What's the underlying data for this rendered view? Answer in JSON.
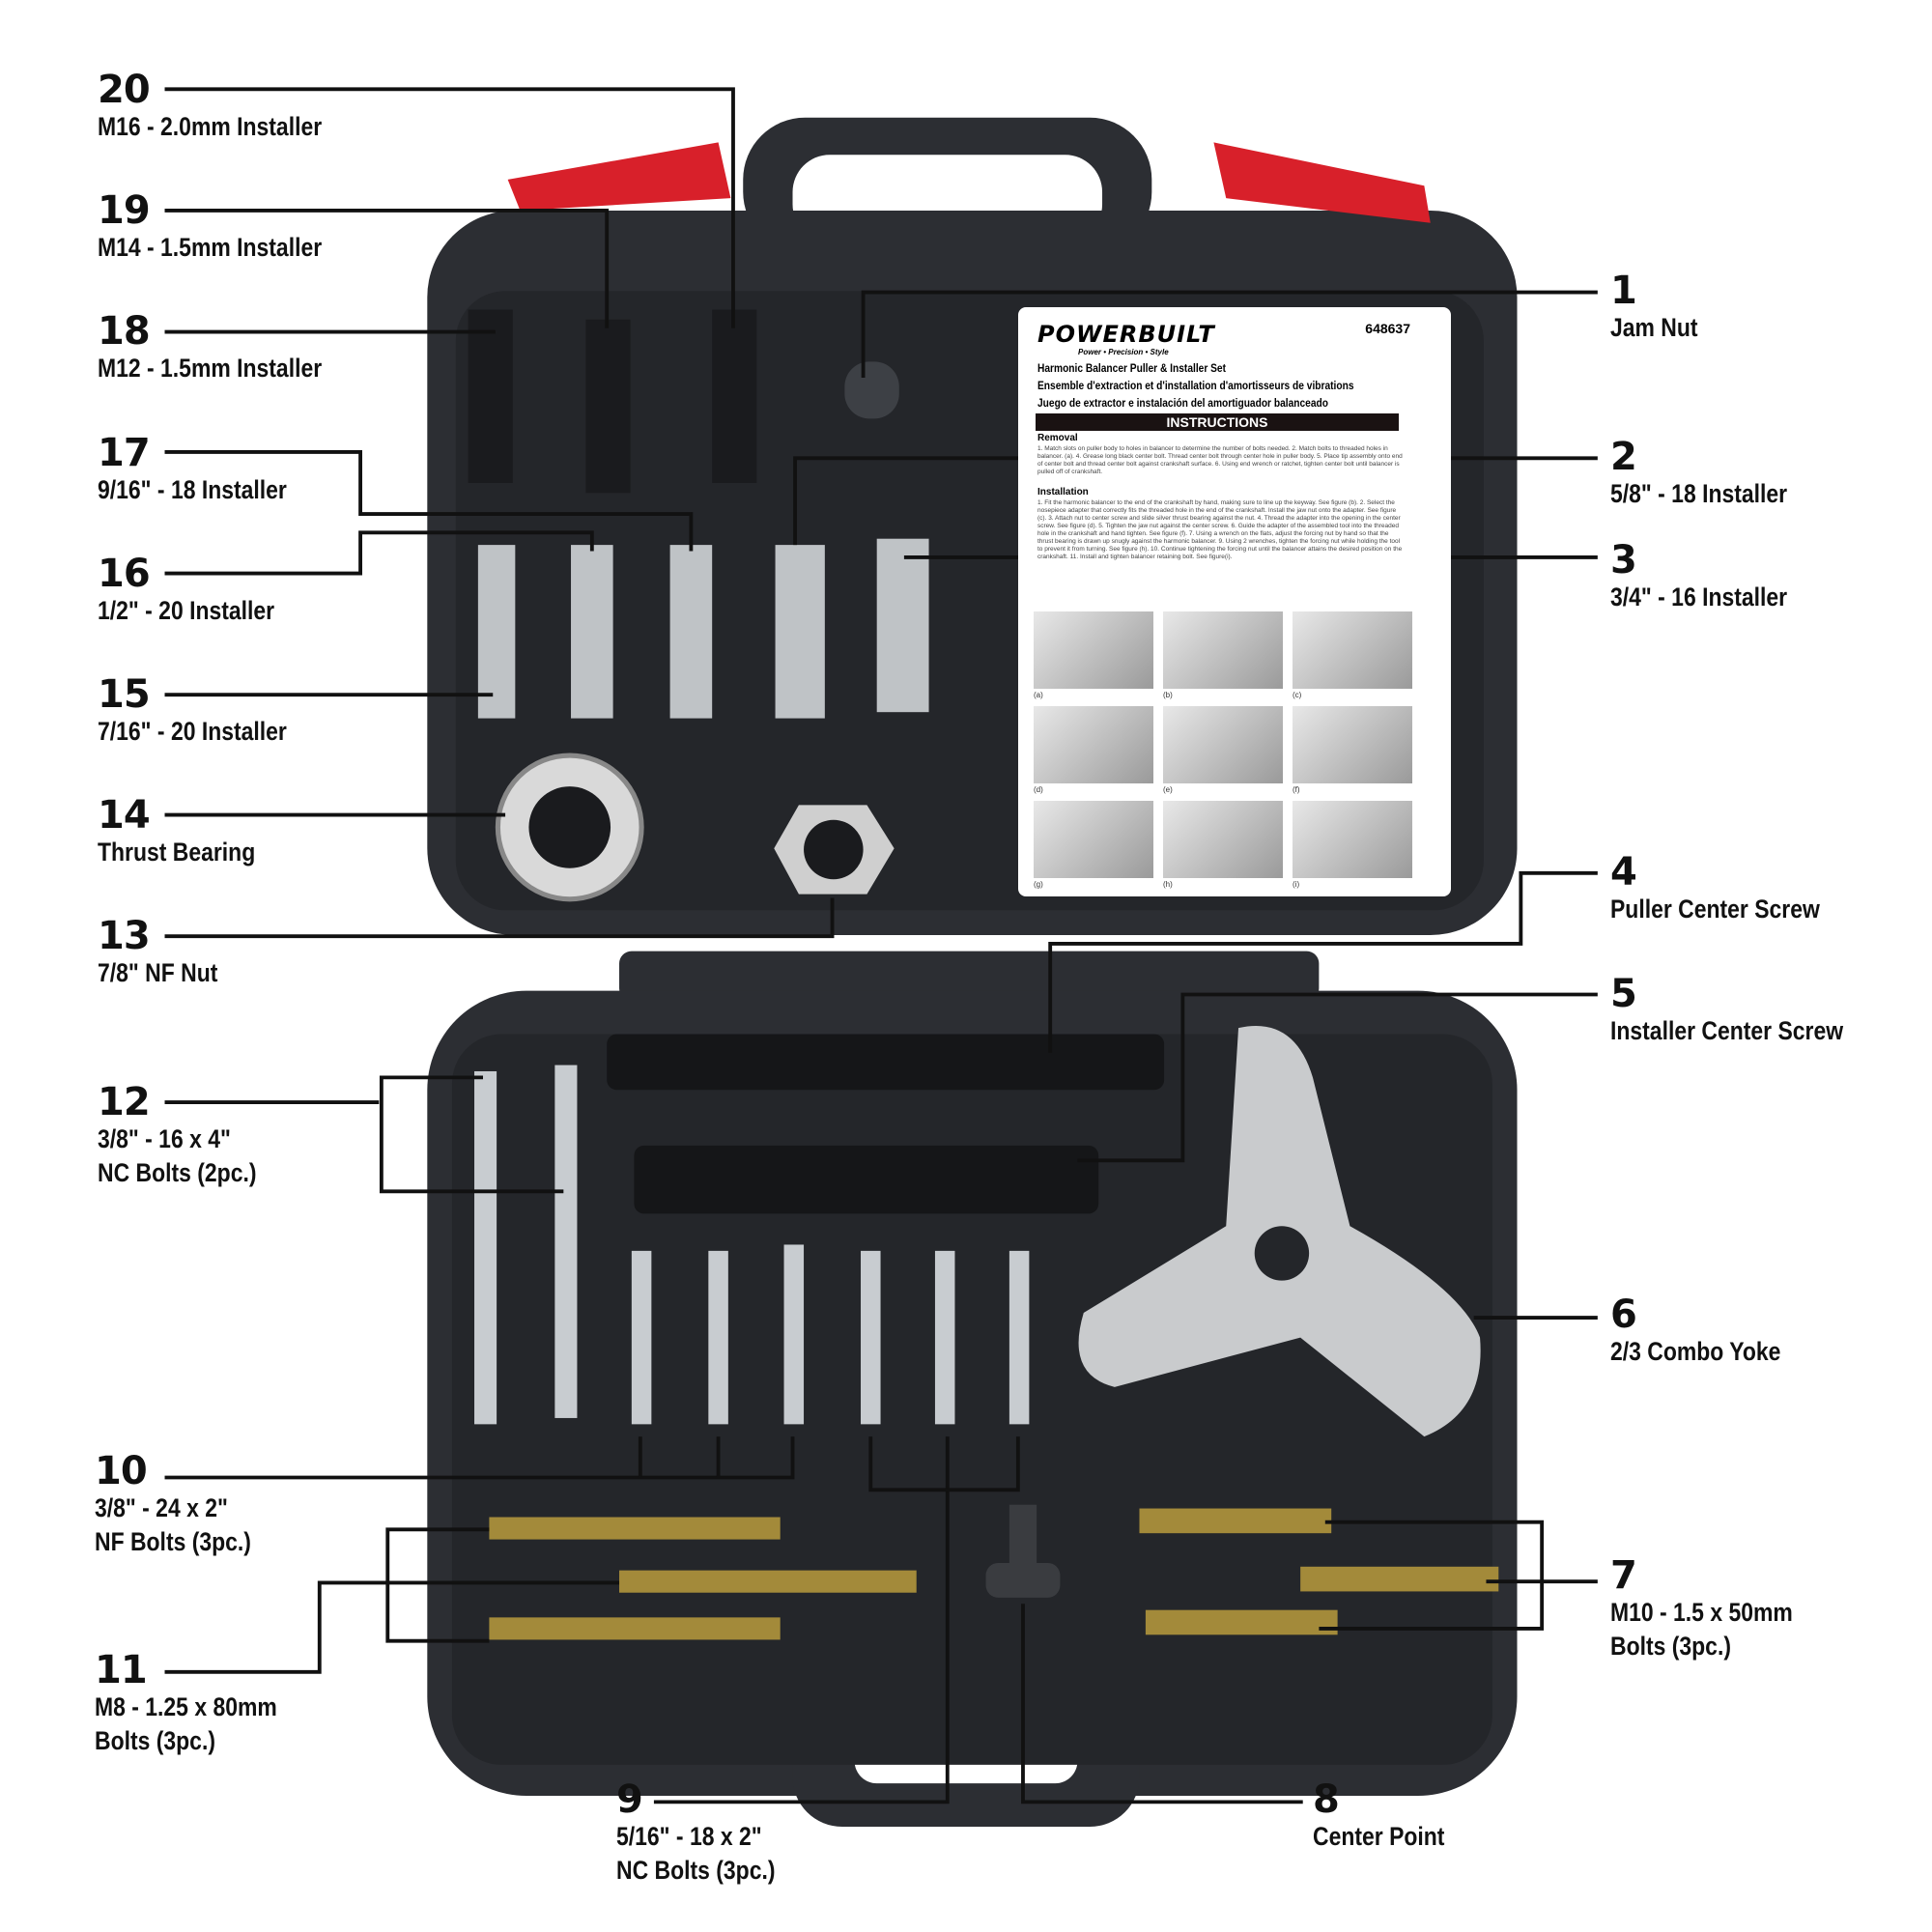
{
  "card": {
    "brand": "POWERBUILT",
    "tagline": "Power • Precision • Style",
    "model": "648637",
    "title_en": "Harmonic Balancer Puller & Installer Set",
    "title_fr": "Ensemble d'extraction et d'installation d'amortisseurs de vibrations",
    "title_es": "Juego de extractor e instalación del amortiguador balanceado",
    "instructions": "INSTRUCTIONS",
    "removal": "Removal",
    "removal_text": "1. Match slots on puller body to holes in balancer to determine the number of bolts needed. 2. Match bolts to threaded holes in balancer. (a). 4. Grease long black center bolt. Thread center bolt through center hole in puller body. 5. Place tip assembly onto end of center bolt and thread center bolt against crankshaft surface. 6. Using end wrench or ratchet, tighten center bolt until balancer is pulled off of crankshaft.",
    "installation": "Installation",
    "installation_text": "1. Fit the harmonic balancer to the end of the crankshaft by hand, making sure to line up the keyway. See figure (b). 2. Select the nosepiece adapter that correctly fits the threaded hole in the end of the crankshaft. Install the jaw nut onto the adapter. See figure (c). 3. Attach nut to center screw and slide silver thrust bearing against the nut. 4. Thread the adapter into the opening in the center screw. See figure (d). 5. Tighten the jaw nut against the center screw. 6. Guide the adapter of the assembled tool into the threaded hole in the crankshaft and hand tighten. See figure (f). 7. Using a wrench on the flats, adjust the forcing nut by hand so that the thrust bearing is drawn up snugly against the harmonic balancer. 9. Using 2 wrenches, tighten the forcing nut while holding the tool to prevent it from turning. See figure (h). 10. Continue tightening the forcing nut until the balancer attains the desired position on the crankshaft. 11. Install and tighten balancer retaining bolt. See figure(i).",
    "figures": [
      "(a)",
      "(b)",
      "(c)",
      "(d)",
      "(e)",
      "(f)",
      "(g)",
      "(h)",
      "(i)"
    ]
  },
  "callouts": [
    {
      "num": "20",
      "label": "M16 - 2.0mm Installer"
    },
    {
      "num": "19",
      "label": "M14 - 1.5mm Installer"
    },
    {
      "num": "18",
      "label": "M12 - 1.5mm Installer"
    },
    {
      "num": "17",
      "label": "9/16\" - 18 Installer"
    },
    {
      "num": "16",
      "label": "1/2\" - 20 Installer"
    },
    {
      "num": "15",
      "label": "7/16\" - 20 Installer"
    },
    {
      "num": "14",
      "label": "Thrust Bearing"
    },
    {
      "num": "13",
      "label": "7/8\" NF Nut"
    },
    {
      "num": "12",
      "label": "3/8\" - 16 x 4\"\nNC Bolts (2pc.)"
    },
    {
      "num": "10",
      "label": "3/8\" - 24 x 2\"\nNF Bolts (3pc.)"
    },
    {
      "num": "11",
      "label": "M8 - 1.25 x 80mm\nBolts (3pc.)"
    },
    {
      "num": "1",
      "label": "Jam Nut"
    },
    {
      "num": "2",
      "label": "5/8\" - 18 Installer"
    },
    {
      "num": "3",
      "label": "3/4\" - 16 Installer"
    },
    {
      "num": "4",
      "label": "Puller Center Screw"
    },
    {
      "num": "5",
      "label": "Installer Center Screw"
    },
    {
      "num": "6",
      "label": "2/3 Combo Yoke"
    },
    {
      "num": "7",
      "label": "M10 - 1.5 x 50mm\nBolts (3pc.)"
    },
    {
      "num": "9",
      "label": "5/16\" - 18 x 2\"\nNC Bolts (3pc.)"
    },
    {
      "num": "8",
      "label": "Center Point"
    }
  ],
  "colors": {
    "case": "#2c2e33",
    "case_dark": "#1e2024",
    "latch_red": "#d8202a",
    "leader": "#111111"
  }
}
